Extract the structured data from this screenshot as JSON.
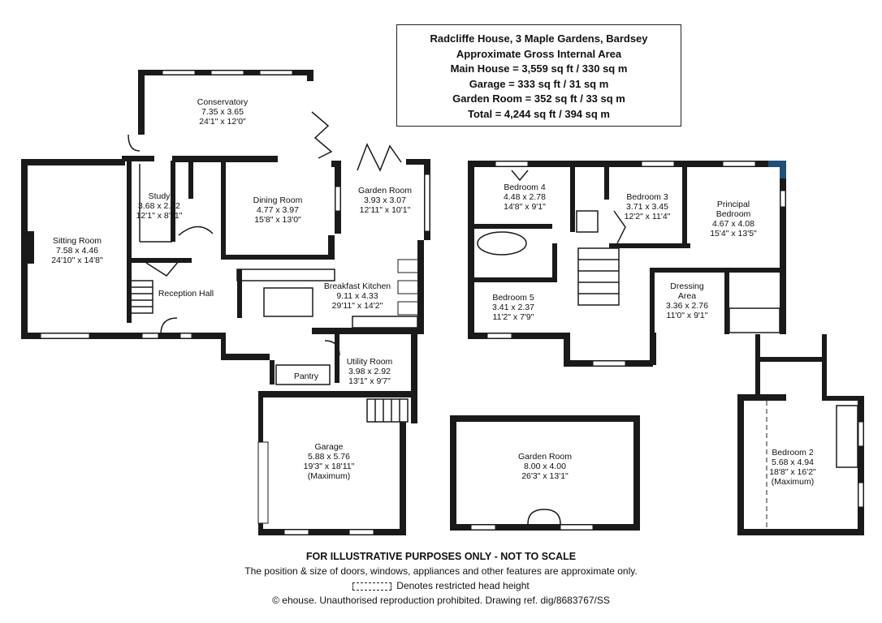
{
  "header": {
    "lines": [
      "Radcliffe House, 3 Maple Gardens, Bardsey",
      "Approximate Gross Internal Area",
      "Main House = 3,559 sq ft / 330 sq m",
      "Garage = 333 sq ft / 31 sq m",
      "Garden Room = 352 sq ft / 33 sq m",
      "Total = 4,244 sq ft / 394 sq m"
    ]
  },
  "rooms": {
    "conservatory": [
      "Conservatory",
      "7.35 x 3.65",
      "24'1\" x 12'0\""
    ],
    "study": [
      "Study",
      "3.68 x 2.72",
      "12'1\" x 8'11\""
    ],
    "dining": [
      "Dining Room",
      "4.77 x 3.97",
      "15'8\" x 13'0\""
    ],
    "garden_room_house": [
      "Garden Room",
      "3.93 x 3.07",
      "12'11\" x 10'1\""
    ],
    "sitting": [
      "Sitting Room",
      "7.58 x 4.46",
      "24'10\" x 14'8\""
    ],
    "reception": [
      "Reception Hall"
    ],
    "breakfast": [
      "Breakfast Kitchen",
      "9.11 x 4.33",
      "29'11\" x 14'2\""
    ],
    "utility": [
      "Utility Room",
      "3.98 x 2.92",
      "13'1\" x 9'7\""
    ],
    "pantry": [
      "Pantry"
    ],
    "garage": [
      "Garage",
      "5.88 x 5.76",
      "19'3\" x 18'11\"",
      "(Maximum)"
    ],
    "bedroom4": [
      "Bedroom 4",
      "4.48 x 2.78",
      "14'8\" x 9'1\""
    ],
    "bedroom3": [
      "Bedroom 3",
      "3.71 x 3.45",
      "12'2\" x 11'4\""
    ],
    "principal": [
      "Principal",
      "Bedroom",
      "4.67 x 4.08",
      "15'4\" x 13'5\""
    ],
    "bedroom5": [
      "Bedroom 5",
      "3.41 x 2.37",
      "11'2\" x 7'9\""
    ],
    "dressing": [
      "Dressing",
      "Area",
      "3.36 x 2.76",
      "11'0\" x 9'1\""
    ],
    "bedroom2": [
      "Bedroom 2",
      "5.68 x 4.94",
      "18'8\" x 16'2\"",
      "(Maximum)"
    ],
    "garden_room_outbuilding": [
      "Garden Room",
      "8.00 x 4.00",
      "26'3\" x 13'1\""
    ]
  },
  "footer": {
    "line1": "FOR ILLUSTRATIVE PURPOSES ONLY - NOT TO SCALE",
    "line2": "The position & size of doors, windows, appliances and other features are approximate only.",
    "line3": "Denotes restricted head height",
    "line4": "© ehouse. Unauthorised reproduction prohibited. Drawing ref. dig/8683767/SS"
  },
  "colors": {
    "wall": "#1a1a1a",
    "accent_corner": "#1f4e79"
  }
}
